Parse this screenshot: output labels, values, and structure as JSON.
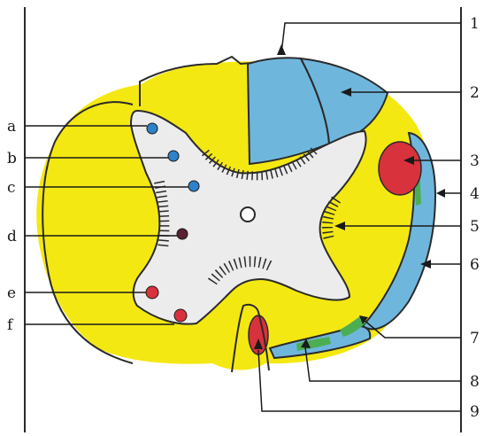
{
  "diagram": {
    "left_labels": [
      "a",
      "b",
      "c",
      "d",
      "e",
      "f"
    ],
    "right_labels": [
      "1",
      "2",
      "3",
      "4",
      "5",
      "6",
      "7",
      "8",
      "9"
    ],
    "colors": {
      "yellow": "#f4e812",
      "blue": "#6fb6dd",
      "red": "#d8323c",
      "green": "#4cae52",
      "grey": "#ececec",
      "dot_blue": "#2d82c8",
      "dot_dark": "#5a2230",
      "outline": "#2a2a2a"
    }
  }
}
